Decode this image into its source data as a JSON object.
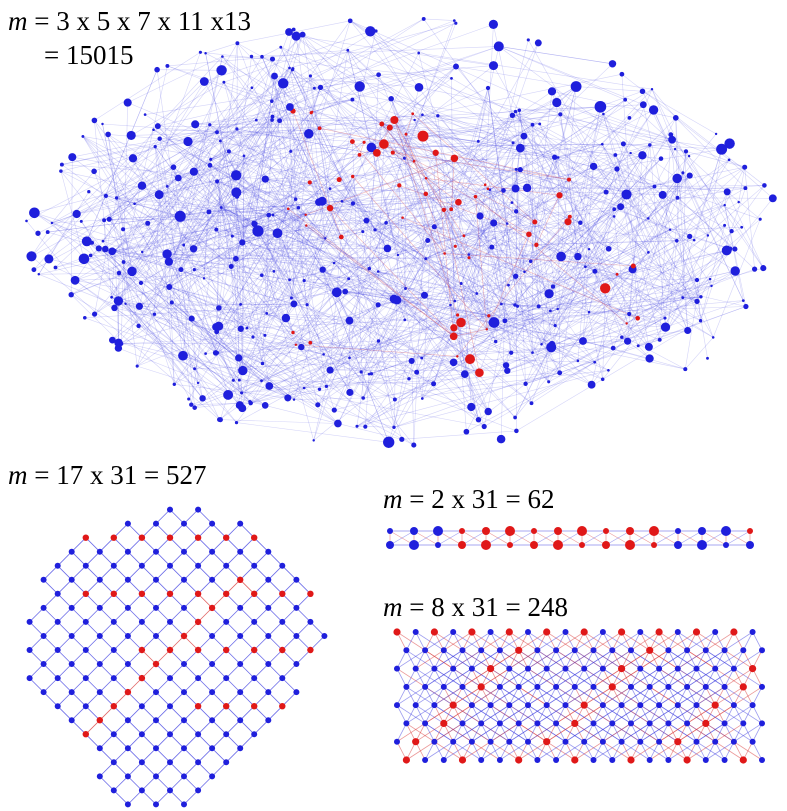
{
  "colors": {
    "blue": "#1f1fdc",
    "red": "#e01818",
    "blue_edge": "#3a3ae0",
    "red_edge": "#d83030"
  },
  "panels": [
    {
      "id": "large",
      "label_lines": [
        "= 3 x 5 x 7 x 11 x13",
        "= 15015"
      ],
      "label_var": "m"
    },
    {
      "id": "p527",
      "label_lines": [
        "= 17 x 31 = 527"
      ],
      "label_var": "m"
    },
    {
      "id": "p62",
      "label_lines": [
        "= 2 x 31 = 62"
      ],
      "label_var": "m"
    },
    {
      "id": "p248",
      "label_lines": [
        "= 8 x 31 = 248"
      ],
      "label_var": "m"
    }
  ]
}
